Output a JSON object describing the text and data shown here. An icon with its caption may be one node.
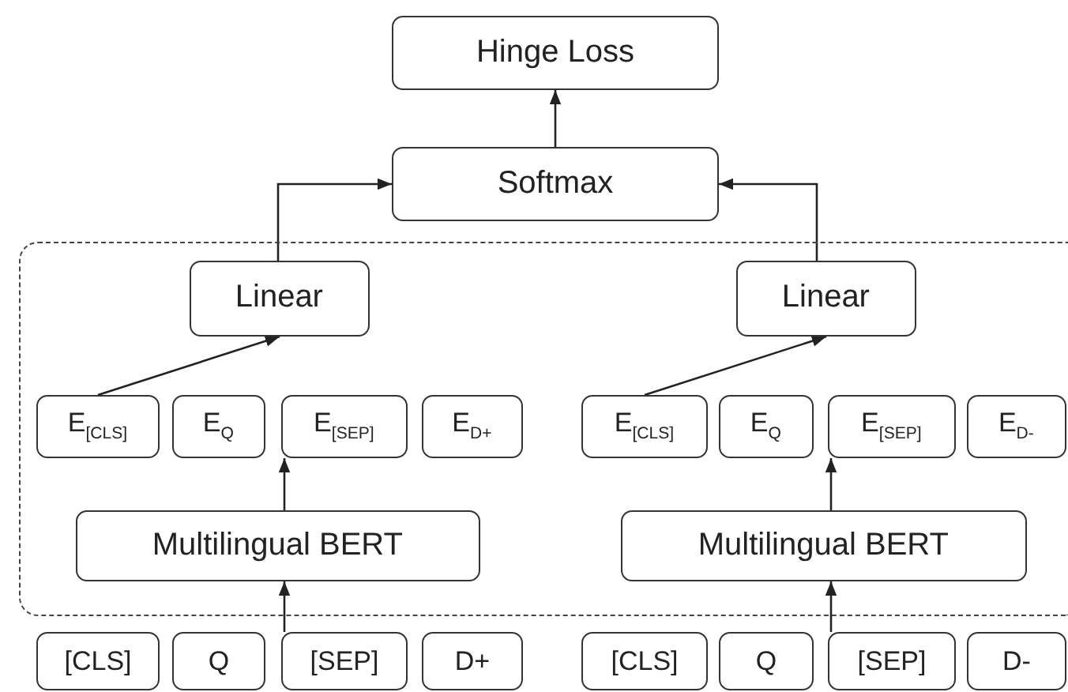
{
  "diagram": {
    "nodes": [
      {
        "text": [
          "Hinge Loss"
        ]
      },
      {
        "text": [
          "Softmax"
        ]
      },
      {
        "text": [],
        "shape": "box"
      },
      {
        "text": [
          "Linear"
        ],
        "in": 2
      },
      {
        "text": [
          "Linear"
        ],
        "in": 2
      },
      {
        "text": [
          "E$_{[CLS]}$"
        ],
        "in": 2
      },
      {
        "text": [
          "E$_{Q}$"
        ],
        "in": 2
      },
      {
        "text": [
          "E$_{[SEP]}$"
        ],
        "in": 2
      },
      {
        "text": [
          "E$_{D+}$"
        ],
        "in": 2
      },
      {
        "text": [
          "E$_{[CLS]}$"
        ],
        "in": 2
      },
      {
        "text": [
          "E$_{Q}$"
        ],
        "in": 2
      },
      {
        "text": [
          "E$_{[SEP]}$"
        ],
        "in": 2
      },
      {
        "text": [
          "E$_{D-}$"
        ],
        "in": 2
      },
      {
        "text": [
          "Multilingual BERT"
        ],
        "in": 2
      },
      {
        "text": [
          "Multilingual BERT"
        ],
        "in": 2
      },
      {
        "text": [
          "[CLS]"
        ]
      },
      {
        "text": [
          "Q"
        ]
      },
      {
        "text": [
          "[SEP]"
        ]
      },
      {
        "text": [
          "D+"
        ]
      },
      {
        "text": [
          "[CLS]"
        ]
      },
      {
        "text": [
          "Q"
        ]
      },
      {
        "text": [
          "[SEP]"
        ]
      },
      {
        "text": [
          "D-"
        ]
      }
    ],
    "edges": [
      {
        "from": 1,
        "to": 0,
        "arrow": "to"
      },
      {
        "from": 3,
        "to": 1,
        "arrow": "to"
      },
      {
        "from": 4,
        "to": 1,
        "arrow": "to"
      },
      {
        "from": 5,
        "to": 3,
        "arrow": "to"
      },
      {
        "from": 9,
        "to": 4,
        "arrow": "to"
      },
      {
        "from": 13,
        "to": 7,
        "arrow": "to"
      },
      {
        "from": 14,
        "to": 11,
        "arrow": "to"
      },
      {
        "from": 17,
        "to": 13,
        "arrow": "to"
      },
      {
        "from": 21,
        "to": 14,
        "arrow": "to"
      }
    ]
  }
}
